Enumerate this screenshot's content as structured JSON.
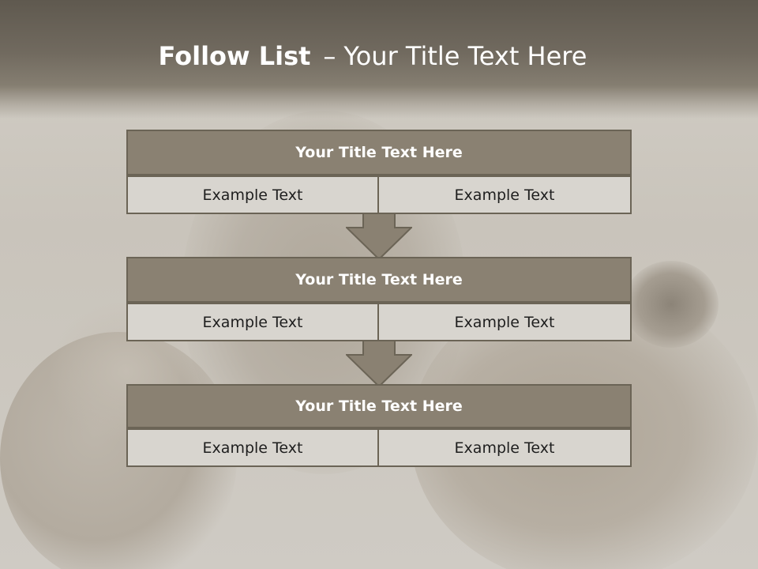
{
  "title": {
    "bold": "Follow List",
    "dash": "–",
    "rest": "Your Title Text Here"
  },
  "colors": {
    "header_bg": "#716a5f",
    "box_title_bg": "#8a8172",
    "box_cell_bg": "#d8d5cf",
    "border": "#6b6456",
    "arrow": "#8a8172"
  },
  "blocks": [
    {
      "title": "Your Title Text Here",
      "left": "Example Text",
      "right": "Example Text"
    },
    {
      "title": "Your Title Text Here",
      "left": "Example Text",
      "right": "Example Text"
    },
    {
      "title": "Your Title Text Here",
      "left": "Example Text",
      "right": "Example Text"
    }
  ]
}
